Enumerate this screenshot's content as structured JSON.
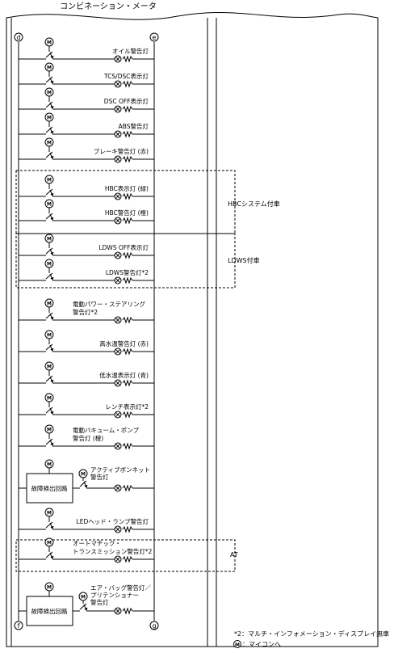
{
  "title": "コンビネーション・メータ",
  "terminals": {
    "top_left": "d",
    "top_right": "e",
    "bottom_left": "f",
    "bottom_right": "g"
  },
  "micon_symbol": "M",
  "circuits": [
    {
      "label": [
        "オイル警告灯"
      ],
      "kind": "simple"
    },
    {
      "label": [
        "TCS/DSC表示灯"
      ],
      "kind": "simple"
    },
    {
      "label": [
        "DSC OFF表示灯"
      ],
      "kind": "simple"
    },
    {
      "label": [
        "ABS警告灯"
      ],
      "kind": "simple"
    },
    {
      "label": [
        "ブレーキ警告灯 (赤)"
      ],
      "kind": "simple"
    },
    {
      "label": [
        "HBC表示灯 (緑)"
      ],
      "kind": "simple"
    },
    {
      "label": [
        "HBC警告灯 (橙)"
      ],
      "kind": "simple"
    },
    {
      "label": [
        "LDWS OFF表示灯"
      ],
      "kind": "simple"
    },
    {
      "label": [
        "LDWS警告灯*2"
      ],
      "kind": "simple"
    },
    {
      "label": [
        "電動パワー・ステアリング",
        "警告灯*2"
      ],
      "kind": "simple"
    },
    {
      "label": [
        "高水温警告灯 (赤)"
      ],
      "kind": "simple"
    },
    {
      "label": [
        "低水温表示灯 (青)"
      ],
      "kind": "simple"
    },
    {
      "label": [
        "レンチ表示灯*2"
      ],
      "kind": "simple"
    },
    {
      "label": [
        "電動バキューム・ポンプ",
        "警告灯 (橙)"
      ],
      "kind": "simple"
    },
    {
      "label": [
        "アクティブボンネット",
        "警告灯"
      ],
      "kind": "fault",
      "box_label": "故障検出回路"
    },
    {
      "label": [
        "LEDヘッド・ランプ警告灯"
      ],
      "kind": "simple"
    },
    {
      "label": [
        "オートマチック・",
        "トランスミッション警告灯*2"
      ],
      "kind": "simple"
    },
    {
      "label": [
        "エア・バッグ警告灯／",
        "プリテンショナー",
        "警告灯"
      ],
      "kind": "fault",
      "box_label": "故障検出回路"
    }
  ],
  "groups": [
    {
      "label": "HBCシステム付車"
    },
    {
      "label": "LDWS付車"
    },
    {
      "label": "AT"
    }
  ],
  "footnotes": {
    "note2": "*2：マルチ・インフォメーション・ディスプレイ無車",
    "micon": "：マイコンへ"
  }
}
